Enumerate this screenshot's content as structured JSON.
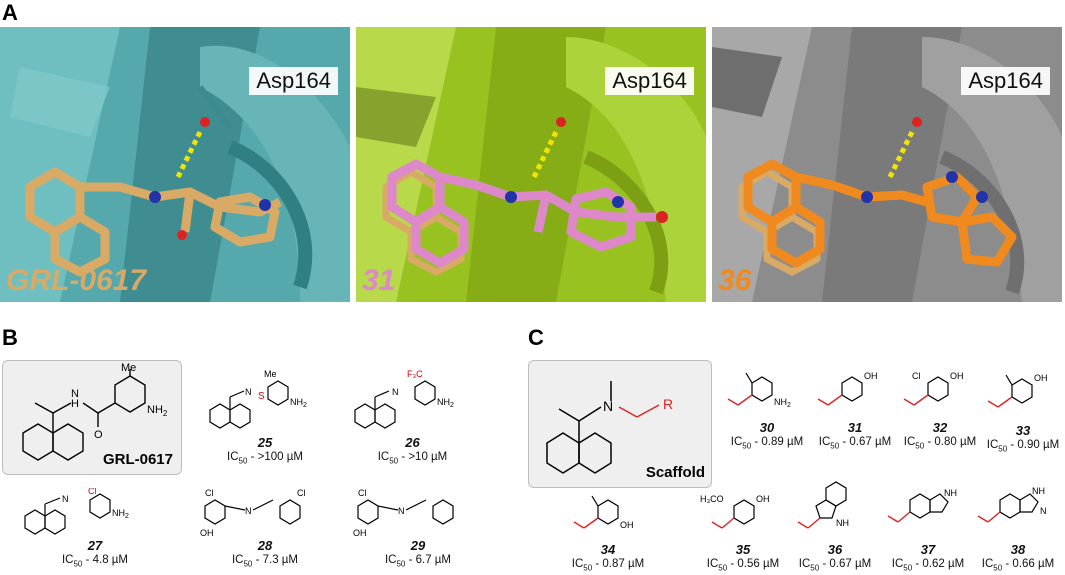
{
  "panels": {
    "a": "A",
    "b": "B",
    "c": "C"
  },
  "panel_a": {
    "residue": "Asp164",
    "ligands": [
      {
        "name": "GRL-0617",
        "color": "#d8aa66"
      },
      {
        "name": "31",
        "color": "#dd88c8"
      },
      {
        "name": "36",
        "color": "#f08a1e"
      }
    ],
    "protein_colors": [
      "#56aeb0",
      "#a8d02c",
      "#909090"
    ]
  },
  "panel_b": {
    "boxed": "GRL-0617",
    "compounds": [
      {
        "id": "25",
        "ic_prefix": "IC",
        "ic_sub": "50",
        "ic_value": " - >100 µM"
      },
      {
        "id": "26",
        "ic_prefix": "IC",
        "ic_sub": "50",
        "ic_value": " - >10 µM"
      },
      {
        "id": "27",
        "ic_prefix": "IC",
        "ic_sub": "50",
        "ic_value": " - 4.8 µM"
      },
      {
        "id": "28",
        "ic_prefix": "IC",
        "ic_sub": "50",
        "ic_value": " - 7.3 µM"
      },
      {
        "id": "29",
        "ic_prefix": "IC",
        "ic_sub": "50",
        "ic_value": " - 6.7 µM"
      }
    ]
  },
  "panel_c": {
    "boxed": "Scaffold",
    "scaffold_r": "R",
    "compounds": [
      {
        "id": "30",
        "ic_prefix": "IC",
        "ic_sub": "50",
        "ic_value": " - 0.89 µM"
      },
      {
        "id": "31",
        "ic_prefix": "IC",
        "ic_sub": "50",
        "ic_value": " - 0.67 µM"
      },
      {
        "id": "32",
        "ic_prefix": "IC",
        "ic_sub": "50",
        "ic_value": " - 0.80 µM"
      },
      {
        "id": "33",
        "ic_prefix": "IC",
        "ic_sub": "50",
        "ic_value": " - 0.90 µM"
      },
      {
        "id": "34",
        "ic_prefix": "IC",
        "ic_sub": "50",
        "ic_value": " - 0.87 µM"
      },
      {
        "id": "35",
        "ic_prefix": "IC",
        "ic_sub": "50",
        "ic_value": " - 0.56 µM"
      },
      {
        "id": "36",
        "ic_prefix": "IC",
        "ic_sub": "50",
        "ic_value": " - 0.67 µM"
      },
      {
        "id": "37",
        "ic_prefix": "IC",
        "ic_sub": "50",
        "ic_value": " - 0.62 µM"
      },
      {
        "id": "38",
        "ic_prefix": "IC",
        "ic_sub": "50",
        "ic_value": " - 0.66 µM"
      }
    ]
  },
  "atoms": {
    "me": "Me",
    "nh2": "NH",
    "nh2_sub": "2",
    "h": "H",
    "n": "N",
    "o": "O",
    "s": "S",
    "f3c": "F₃C",
    "cl": "Cl",
    "oh": "OH",
    "nh": "NH",
    "h3co": "H₃CO",
    "n_label": "N"
  }
}
